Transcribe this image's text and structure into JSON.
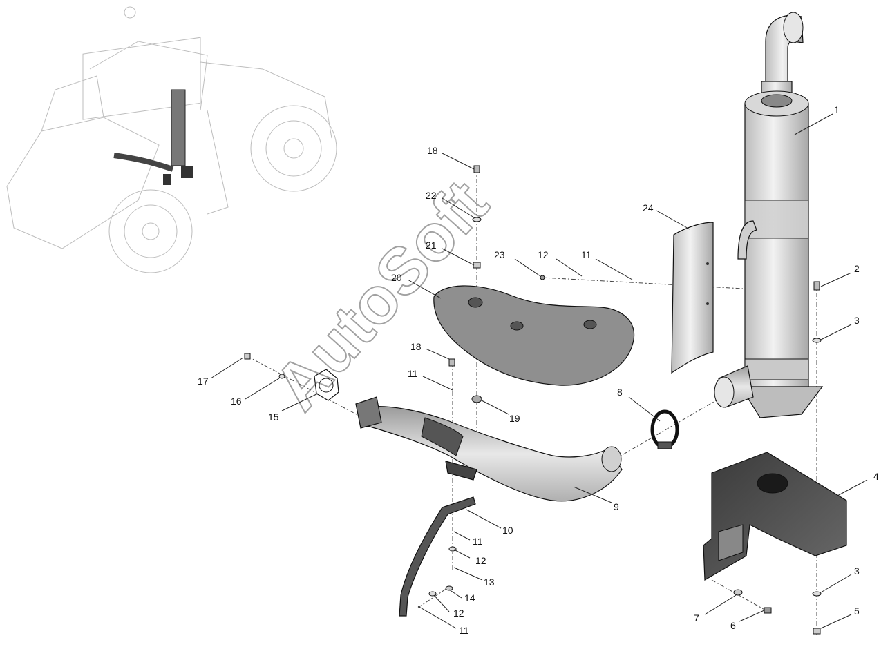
{
  "diagram": {
    "watermark": "AutoSoft",
    "callouts": [
      {
        "id": "c1",
        "label": "1"
      },
      {
        "id": "c2",
        "label": "2"
      },
      {
        "id": "c3a",
        "label": "3"
      },
      {
        "id": "c3b",
        "label": "3"
      },
      {
        "id": "c4",
        "label": "4"
      },
      {
        "id": "c5",
        "label": "5"
      },
      {
        "id": "c6",
        "label": "6"
      },
      {
        "id": "c7",
        "label": "7"
      },
      {
        "id": "c8",
        "label": "8"
      },
      {
        "id": "c9",
        "label": "9"
      },
      {
        "id": "c10",
        "label": "10"
      },
      {
        "id": "c11a",
        "label": "11"
      },
      {
        "id": "c11b",
        "label": "11"
      },
      {
        "id": "c11c",
        "label": "11"
      },
      {
        "id": "c11d",
        "label": "11"
      },
      {
        "id": "c12a",
        "label": "12"
      },
      {
        "id": "c12b",
        "label": "12"
      },
      {
        "id": "c12c",
        "label": "12"
      },
      {
        "id": "c13",
        "label": "13"
      },
      {
        "id": "c14",
        "label": "14"
      },
      {
        "id": "c15",
        "label": "15"
      },
      {
        "id": "c16",
        "label": "16"
      },
      {
        "id": "c17",
        "label": "17"
      },
      {
        "id": "c18a",
        "label": "18"
      },
      {
        "id": "c18b",
        "label": "18"
      },
      {
        "id": "c19",
        "label": "19"
      },
      {
        "id": "c20",
        "label": "20"
      },
      {
        "id": "c21",
        "label": "21"
      },
      {
        "id": "c22",
        "label": "22"
      },
      {
        "id": "c23",
        "label": "23"
      },
      {
        "id": "c24",
        "label": "24"
      }
    ]
  }
}
